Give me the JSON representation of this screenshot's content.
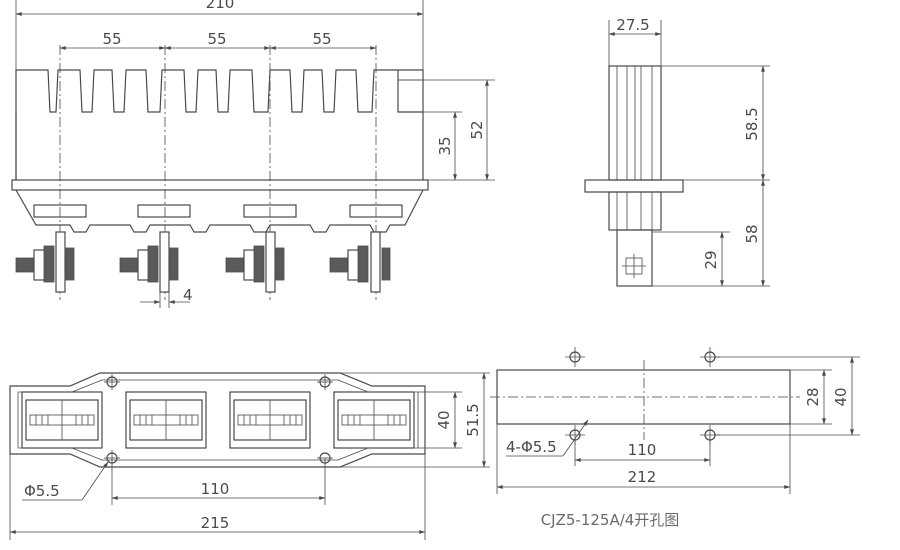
{
  "front_view": {
    "overall_width": "210",
    "pitch_1": "55",
    "pitch_2": "55",
    "pitch_3": "55",
    "slot_depth": "35",
    "top_height": "52",
    "terminal_gap": "4"
  },
  "side_view": {
    "width": "27.5",
    "upper_height": "58.5",
    "lower_height": "58",
    "terminal_height": "29"
  },
  "top_view": {
    "hole_label": "Φ5.5",
    "hole_spacing": "110",
    "overall_length": "215",
    "inner_height": "40",
    "outer_height": "51.5"
  },
  "cutout_view": {
    "hole_label": "4-Φ5.5",
    "hole_spacing": "110",
    "overall_length": "212",
    "inner_height": "28",
    "outer_height": "40"
  },
  "caption": "CJZ5-125A/4开孔图"
}
